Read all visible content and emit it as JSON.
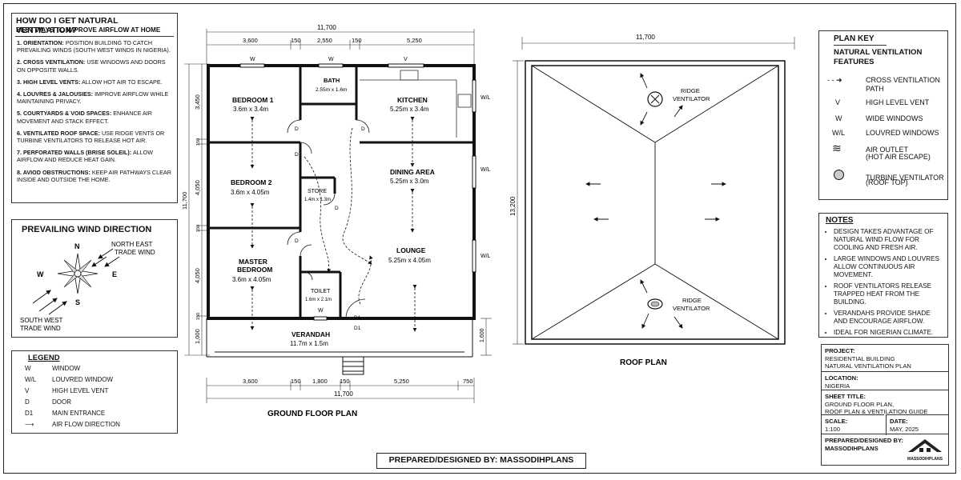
{
  "guide": {
    "title1": "HOW DO I GET NATURAL VENTILATION?",
    "title2": "BEST WAYS TO IMPROVE AIRFLOW AT HOME",
    "items": [
      {
        "head": "1. ORIENTATION:",
        "text": "POSITION BUILDING TO CATCH PREVAILING WINDS (SOUTH WEST WINDS IN NIGERIA)."
      },
      {
        "head": "2. CROSS VENTILATION:",
        "text": "USE WINDOWS AND DOORS ON OPPOSITE WALLS."
      },
      {
        "head": "3. HIGH LEVEL VENTS:",
        "text": "ALLOW HOT AIR TO ESCAPE."
      },
      {
        "head": "4. LOUVRES & JALOUSIES:",
        "text": "IMPROVE AIRFLOW WHILE MAINTAINING PRIVACY."
      },
      {
        "head": "5. COURTYARDS & VOID SPACES:",
        "text": "ENHANCE AIR MOVEMENT AND STACK EFFECT."
      },
      {
        "head": "6. VENTILATED ROOF SPACE:",
        "text": "USE RIDGE VENTS OR TURBINE VENTILATORS TO RELEASE HOT AIR."
      },
      {
        "head": "7. PERFORATED WALLS (BRISE SOLEIL):",
        "text": "ALLOW AIRFLOW AND REDUCE HEAT GAIN."
      },
      {
        "head": "8. AVIOD OBSTRUCTIONS:",
        "text": "KEEP AIR PATHWAYS CLEAR INSIDE AND OUTSIDE THE HOME."
      }
    ]
  },
  "wind": {
    "title": "PREVAILING WIND DIRECTION",
    "n": "N",
    "s": "S",
    "e": "E",
    "w": "W",
    "ne_label1": "NORTH EAST",
    "ne_label2": "TRADE WIND",
    "sw_label1": "SOUTH WEST",
    "sw_label2": "TRADE WIND"
  },
  "legend": {
    "title": "LEGEND",
    "rows": [
      {
        "sym": "W",
        "label": "WINDOW"
      },
      {
        "sym": "W/L",
        "label": "LOUVRED WINDOW"
      },
      {
        "sym": "V",
        "label": "HIGH LEVEL VENT"
      },
      {
        "sym": "D",
        "label": "DOOR"
      },
      {
        "sym": "D1",
        "label": "MAIN ENTRANCE"
      },
      {
        "sym": "",
        "label": "AIR FLOW DIRECTION"
      }
    ]
  },
  "plan": {
    "title": "GROUND FLOOR PLAN",
    "overall": "11,700",
    "overall_bottom": "11,700",
    "overall_side": "11,700",
    "top_dims": [
      "3,600",
      "150",
      "2,550",
      "150",
      "5,250"
    ],
    "bottom_dims": [
      "3,600",
      "150",
      "1,800",
      "150",
      "5,250",
      "750"
    ],
    "left_dims": [
      "3,450",
      "150",
      "4,050",
      "150",
      "4,050",
      "150",
      "1,000"
    ],
    "right_dim": "1,600",
    "rooms": {
      "bedroom1": [
        "BEDROOM 1",
        "3.6m x 3.4m"
      ],
      "bath": [
        "BATH",
        "2.55m x 1.6m"
      ],
      "kitchen": [
        "KITCHEN",
        "5.25m x 3.4m"
      ],
      "bedroom2": [
        "BEDROOM 2",
        "3.6m x 4.05m"
      ],
      "store": [
        "STORE",
        "1.4m x 1.3m"
      ],
      "dining": [
        "DINING AREA",
        "5.25m x 3.0m"
      ],
      "master1": "MASTER",
      "master2": "BEDROOM",
      "master_dim": "3.6m x 4.05m",
      "toilet": [
        "TOILET",
        "1.6m x 2.1m"
      ],
      "lounge": [
        "LOUNGE",
        "5.25m x 4.05m"
      ],
      "verandah": [
        "VERANDAH",
        "11.7m x 1.5m"
      ]
    },
    "marks": {
      "w": "W",
      "v": "V",
      "wl": "W/L",
      "d": "D",
      "d1": "D1"
    }
  },
  "roof": {
    "title": "ROOF PLAN",
    "width": "11,700",
    "height": "13,200",
    "ridge1": "RIDGE",
    "ridge2": "VENTILATOR"
  },
  "key": {
    "title": "PLAN KEY",
    "subtitle1": "NATURAL VENTILATION",
    "subtitle2": "FEATURES",
    "rows": [
      {
        "sym": "- - ➜",
        "label": "CROSS VENTILATION",
        "label2": "PATH"
      },
      {
        "sym": "V",
        "label": "HIGH LEVEL VENT",
        "label2": ""
      },
      {
        "sym": "W",
        "label": "WIDE WINDOWS",
        "label2": ""
      },
      {
        "sym": "W/L",
        "label": "LOUVRED WINDOWS",
        "label2": ""
      },
      {
        "sym": "≋",
        "label": "AIR OUTLET",
        "label2": "(HOT AIR ESCAPE)"
      },
      {
        "sym": "",
        "label": "TURBINE VENTILATOR",
        "label2": "(ROOF TOP)"
      }
    ]
  },
  "notes": {
    "title": "NOTES",
    "items": [
      "DESIGN TAKES ADVANTAGE OF NATURAL WIND FLOW FOR COOLING AND FRESH AIR.",
      "LARGE WINDOWS AND LOUVRES ALLOW CONTINUOUS AIR MOVEMENT.",
      "ROOF VENTILATORS RELEASE TRAPPED HEAT FROM THE BUILDING.",
      "VERANDAHS PROVIDE SHADE AND ENCOURAGE AIRFLOW.",
      "IDEAL FOR NIGERIAN CLIMATE."
    ]
  },
  "titleblock": {
    "project_label": "PROJECT:",
    "project1": "RESIDENTIAL BUILDING",
    "project2": "NATURAL VENTILATION PLAN",
    "location_label": "LOCATION:",
    "location": "NIGERIA",
    "sheet_label": "SHEET TITLE:",
    "sheet1": "GROUND FLOOR PLAN,",
    "sheet2": "ROOF PLAN & VENTILATION GUIDE",
    "scale_label": "SCALE:",
    "scale": "1:100",
    "date_label": "DATE:",
    "date": "MAY, 2025",
    "prepared_label": "PREPARED/DESIGNED BY:",
    "prepared": "MASSODIHPLANS",
    "logo": "MASSODIHPLANS"
  },
  "footer": "PREPARED/DESIGNED BY: MASSODIHPLANS"
}
